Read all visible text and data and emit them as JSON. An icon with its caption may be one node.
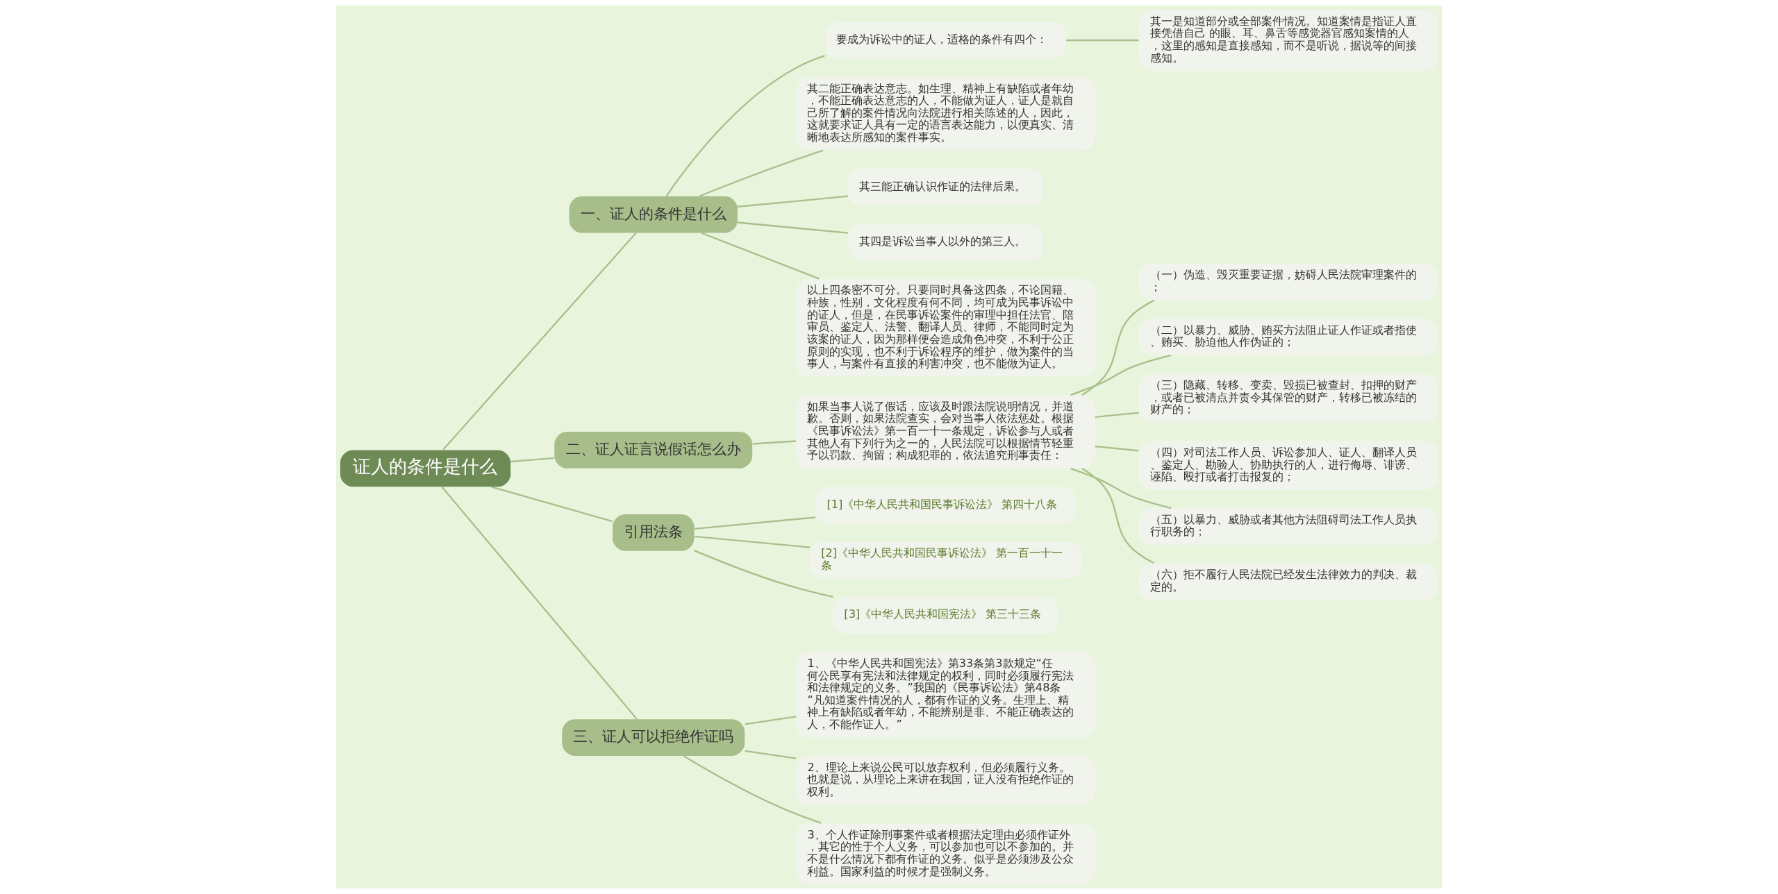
{
  "diagram": {
    "nodes": [
      {
        "text": [
          "证人的条件是什么"
        ]
      },
      {
        "text": [
          "一、证人的条件是什么"
        ]
      },
      {
        "text": [
          "要成为诉讼中的证人，适格的条件有四个："
        ]
      },
      {
        "text": [
          "其一是知道部分或全部案件情况。知道案情是指证人直接凭借自己 的眼、耳、鼻舌等感觉器官感知案情的人，这里的感知是直接感知，而不是听说，据说等的间接感知。"
        ]
      },
      {
        "text": [
          "其二能正确表达意志。如生理、精神上有缺陷或者年幼，不能正确表达意志的人，不能做为证人，证人是就自己所了解的案件情况向法院进行相关陈述的人，因此，这就要求证人具有一定的语言表达能力，以便真实、清晰地表达所感知的案件事实。"
        ]
      },
      {
        "text": [
          "其三能正确认识作证的法律后果。"
        ]
      },
      {
        "text": [
          "其四是诉讼当事人以外的第三人。"
        ]
      },
      {
        "text": [
          "以上四条密不可分。只要同时具备这四条，不论国籍、种族，性别，文化程度有何不同，均可成为民事诉讼中的证人，但是，在民事诉讼案件的审理中担任法官、陪审员、鉴定人、法警、翻译人员、律师，不能同时定为该案的证人，因为那样便会造成角色冲突，不利于公正原则的实现，也不利于诉讼程序的维护，做为案件的当事人，与案件有直接的利害冲突，也不能做为证人。"
        ]
      },
      {
        "text": [
          "二、证人证言说假话怎么办"
        ]
      },
      {
        "text": [
          "如果当事人说了假话，应该及时跟法院说明情况，并道歉。否则，如果法院查实，会对当事人依法惩处。根据《民事诉讼法》第一百一十一条规定，诉讼参与人或者其他人有下列行为之一的，人民法院可以根据情节轻重予以罚款、拘留；构成犯罪的，依法追究刑事责任："
        ]
      },
      {
        "text": [
          "（一）伪造、毁灭重要证据，妨碍人民法院审理案件的；"
        ]
      },
      {
        "text": [
          "（二）以暴力、威胁、贿买方法阻止证人作证或者指使、贿买、胁迫他人作伪证的；"
        ]
      },
      {
        "text": [
          "（三）隐藏、转移、变卖、毁损已被查封、扣押的财产，或者已被清点并责令其保管的财产，转移已被冻结的财产的；"
        ]
      },
      {
        "text": [
          "（四）对司法工作人员、诉讼参加人、证人、翻译人员、鉴定人、勘验人、协助执行的人，进行侮辱、诽谤、诬陷、殴打或者打击报复的；"
        ]
      },
      {
        "text": [
          "（五）以暴力、威胁或者其他方法阻碍司法工作人员执行职务的；"
        ]
      },
      {
        "text": [
          "（六）拒不履行人民法院已经发生法律效力的判决、裁定的。"
        ]
      },
      {
        "text": [
          "引用法条"
        ]
      },
      {
        "text": [
          "[1]《中华人民共和国民事诉讼法》 第四十八条"
        ]
      },
      {
        "text": [
          "[2]《中华人民共和国民事诉讼法》 第一百一十一条"
        ]
      },
      {
        "text": [
          "[3]《中华人民共和国宪法》 第三十三条"
        ]
      },
      {
        "text": [
          "三、证人可以拒绝作证吗"
        ]
      },
      {
        "text": [
          "1、《中华人民共和国宪法》第33条第3款规定“任何公民享有宪法和法律规定的权利，同时必须履行宪法和法律规定的义务。”我国的《民事诉讼法》第48条“凡知道案件情况的人，都有作证的义务。生理上、精神上有缺陷或者年幼，不能辨别是非、不能正确表达的人，不能作证人。”"
        ]
      },
      {
        "text": [
          "2、理论上来说公民可以放弃权利，但必须履行义务。也就是说，从理论上来讲在我国，证人没有拒绝作证的权利。"
        ]
      },
      {
        "text": [
          "3、个人作证除刑事案件或者根据法定理由必须作证外，其它的性于个人义务，可以参加也可以不参加的。并不是什么情况下都有作证的义务。似乎是必须涉及公众利益。国家利益的时候才是强制义务。"
        ]
      }
    ],
    "edges": [
      {
        "from": 0,
        "to": 1,
        "arrow": "none"
      },
      {
        "from": 1,
        "to": 2,
        "arrow": "none"
      },
      {
        "from": 2,
        "to": 3,
        "arrow": "none"
      },
      {
        "from": 1,
        "to": 4,
        "arrow": "none"
      },
      {
        "from": 1,
        "to": 5,
        "arrow": "none"
      },
      {
        "from": 1,
        "to": 6,
        "arrow": "none"
      },
      {
        "from": 1,
        "to": 7,
        "arrow": "none"
      },
      {
        "from": 0,
        "to": 8,
        "arrow": "none"
      },
      {
        "from": 8,
        "to": 9,
        "arrow": "none"
      },
      {
        "from": 9,
        "to": 10,
        "arrow": "none"
      },
      {
        "from": 9,
        "to": 11,
        "arrow": "none"
      },
      {
        "from": 9,
        "to": 12,
        "arrow": "none"
      },
      {
        "from": 9,
        "to": 13,
        "arrow": "none"
      },
      {
        "from": 9,
        "to": 14,
        "arrow": "none"
      },
      {
        "from": 9,
        "to": 15,
        "arrow": "none"
      },
      {
        "from": 0,
        "to": 16,
        "arrow": "none"
      },
      {
        "from": 16,
        "to": 17,
        "arrow": "none"
      },
      {
        "from": 16,
        "to": 18,
        "arrow": "none"
      },
      {
        "from": 16,
        "to": 19,
        "arrow": "none"
      },
      {
        "from": 0,
        "to": 20,
        "arrow": "none"
      },
      {
        "from": 20,
        "to": 21,
        "arrow": "none"
      },
      {
        "from": 20,
        "to": 22,
        "arrow": "none"
      },
      {
        "from": 20,
        "to": 23,
        "arrow": "none"
      }
    ]
  }
}
